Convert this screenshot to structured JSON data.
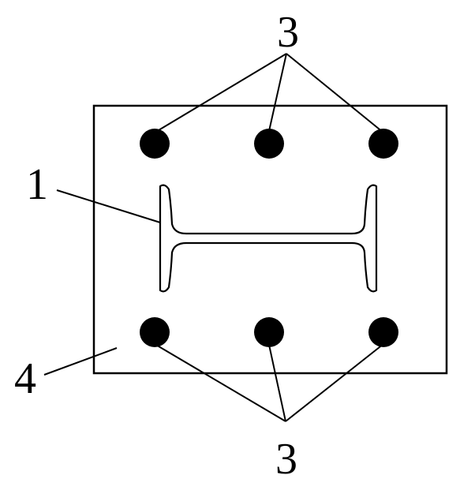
{
  "diagram": {
    "labels": {
      "steel_section": "1",
      "rebar_top": "3",
      "rebar_bottom": "3",
      "concrete": "4"
    },
    "colors": {
      "stroke": "#000000",
      "fill": "#000000",
      "background": "#ffffff"
    }
  }
}
